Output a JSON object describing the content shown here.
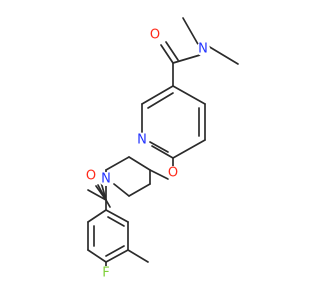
{
  "molecule": {
    "atoms": [
      {
        "id": "n_amide",
        "label": "N",
        "color": "#2233ff"
      },
      {
        "id": "o_carbonyl_top",
        "label": "O",
        "color": "#ff2a1a"
      },
      {
        "id": "n_pyridine",
        "label": "N",
        "color": "#2233ff"
      },
      {
        "id": "o_ether",
        "label": "O",
        "color": "#ff2a1a"
      },
      {
        "id": "o_carbonyl_low",
        "label": "O",
        "color": "#ff2a1a"
      },
      {
        "id": "n_piperidine",
        "label": "N",
        "color": "#2233ff"
      },
      {
        "id": "f_fluoro",
        "label": "F",
        "color": "#7fd03a"
      }
    ],
    "bond_color": "#2b2b2b"
  }
}
